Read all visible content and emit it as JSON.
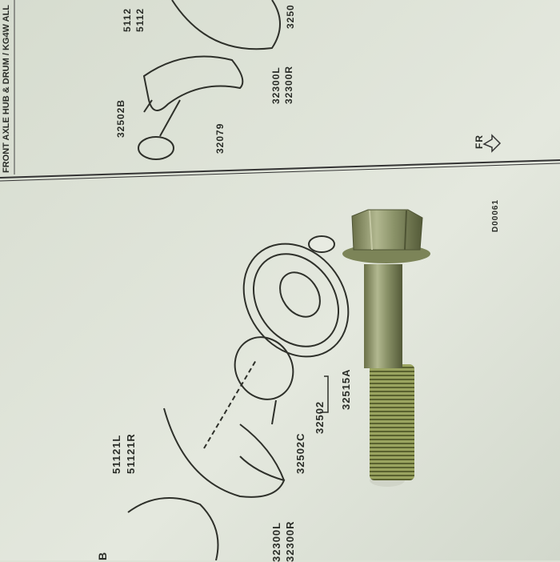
{
  "diagram": {
    "title": "FRONT AXLE HUB & DRUM / KG4W ALL",
    "figure_code": "D00061",
    "direction_marker": "FR",
    "section_letter": "B",
    "upper_labels": [
      "5112",
      "5112",
      "3250",
      "32502B",
      "32079",
      "32300L",
      "32300R"
    ],
    "lower_labels": [
      "51121L",
      "51121R",
      "32502C",
      "32502",
      "32515A",
      "32300L",
      "32300R"
    ]
  },
  "colors": {
    "paper": "#dde2d6",
    "ink": "#2a2d28",
    "bolt": "#8a9268"
  }
}
